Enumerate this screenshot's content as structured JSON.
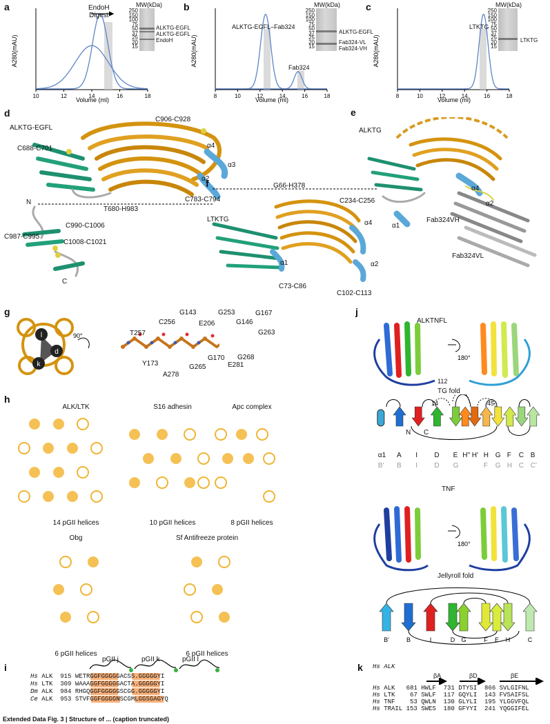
{
  "panels": {
    "a": {
      "label": "a",
      "annotation": "EndoH\nDigest",
      "mw_title": "MW(kDa)",
      "mw_ticks": [
        "250",
        "150",
        "100",
        "75",
        "50",
        "37",
        "25",
        "20",
        "15"
      ],
      "gel_labels": [
        "ALKTG-EGFL",
        "ALKTG-EGFL",
        "EndoH"
      ],
      "chart_data": {
        "type": "line",
        "xlabel": "Volume (ml)",
        "ylabel": "A280(mAU)",
        "x_ticks": [
          10,
          12,
          14,
          16,
          18
        ],
        "xlim": [
          10,
          18
        ],
        "series": [
          {
            "peak": 14.0,
            "height": 0.55,
            "width": 1.2
          },
          {
            "peak": 14.6,
            "height": 0.95,
            "width": 0.55
          }
        ]
      }
    },
    "b": {
      "label": "b",
      "peak_labels": [
        "ALKTG-EGFL–Fab324",
        "Fab324"
      ],
      "mw_title": "MW(kDa)",
      "mw_ticks": [
        "250",
        "150",
        "100",
        "75",
        "50",
        "37",
        "25",
        "20",
        "15"
      ],
      "gel_labels": [
        "ALKTG-EGFL",
        "Fab324-VL",
        "Fab324-VH"
      ],
      "chart_data": {
        "type": "line",
        "xlabel": "Volume (ml)",
        "ylabel": "A280(mAU)",
        "x_ticks": [
          8,
          10,
          12,
          14,
          16,
          18
        ],
        "xlim": [
          8,
          18
        ],
        "series": [
          {
            "peak": 12.5,
            "height": 0.95,
            "width": 0.45
          },
          {
            "peak": 15.4,
            "height": 0.22,
            "width": 0.35
          }
        ]
      }
    },
    "c": {
      "label": "c",
      "peak_labels": [
        "LTKTG"
      ],
      "mw_title": "MW(kDa)",
      "mw_ticks": [
        "250",
        "150",
        "100",
        "75",
        "50",
        "37",
        "25",
        "20",
        "15"
      ],
      "gel_labels": [
        "LTKTG"
      ],
      "chart_data": {
        "type": "line",
        "xlabel": "Volume (ml)",
        "ylabel": "A280(mAU)",
        "x_ticks": [
          8,
          10,
          12,
          14,
          16,
          18
        ],
        "xlim": [
          8,
          18
        ],
        "series": [
          {
            "peak": 15.7,
            "height": 0.95,
            "width": 0.4
          }
        ]
      }
    },
    "d": {
      "label": "d",
      "labels": [
        "ALKTG-EGFL",
        "C906-C928",
        "C688-C701",
        "α4",
        "α3",
        "α2",
        "C783-C794",
        "N",
        "T680-H983",
        "C987-C995",
        "C990-C1006",
        "C1008-C1021",
        "C"
      ]
    },
    "e": {
      "label": "e",
      "labels": [
        "ALKTG",
        "α4",
        "α2",
        "α1",
        "Fab324VH",
        "Fab324VL"
      ]
    },
    "f": {
      "label": "f",
      "labels": [
        "G66-H378",
        "LTKTG",
        "C234-C256",
        "α4",
        "α1",
        "α2",
        "C73-C86",
        "C102-C113"
      ]
    },
    "g": {
      "label": "g",
      "rotation": "90°",
      "helix_letters": [
        "l",
        "d",
        "k"
      ],
      "residues": [
        "T257",
        "C256",
        "G143",
        "E206",
        "G253",
        "G146",
        "G167",
        "G263",
        "Y173",
        "A278",
        "G265",
        "G170",
        "E281",
        "G268"
      ]
    },
    "h": {
      "label": "h",
      "patterns": [
        {
          "title": "ALK/LTK",
          "caption": "14 pGII helices"
        },
        {
          "title": "S16 adhesin",
          "caption": "10 pGII helices"
        },
        {
          "title": "Apc complex",
          "caption": "8 pGII helices"
        },
        {
          "title": "Obg",
          "caption": "6 pGII helices"
        },
        {
          "title": "Sf Antifreeze protein",
          "caption": "6 pGII helices"
        }
      ]
    },
    "i": {
      "label": "i",
      "helix_labels": [
        "pGII j",
        "pGII k",
        "pGII l"
      ],
      "rows": [
        {
          "sp": "Hs",
          "name": "ALK",
          "num": "915",
          "seq": "WETRGGFGGGGGACSS.GGGGGYI"
        },
        {
          "sp": "Hs",
          "name": "LTK",
          "num": "309",
          "seq": "WAAAGGFGGGGGACTA.GGGGGYI"
        },
        {
          "sp": "Dm",
          "name": "ALK",
          "num": "984",
          "seq": "RHGQGGFGGGGGSCGG.GGGGGYI"
        },
        {
          "sp": "Ce",
          "name": "ALK",
          "num": "953",
          "seq": "STVFGGFGGGGNSCGMLGGSGAGYQ"
        }
      ]
    },
    "j": {
      "label": "j",
      "title_top": "ALKTNFL",
      "rotation": "180°",
      "fold_top": "TG fold",
      "loop_numbers": [
        "112",
        "14",
        "45"
      ],
      "strand_labels_top": [
        "α1",
        "A",
        "I",
        "D",
        "E",
        "H''",
        "H'",
        "H",
        "G",
        "F",
        "C",
        "B"
      ],
      "strand_labels_bottom": [
        "B'",
        "B",
        "I",
        "D",
        "G",
        "",
        "",
        "F",
        "G",
        "H",
        "C",
        "C'"
      ],
      "strand_colors": [
        "#3aa9d6",
        "#1f6fd1",
        "#e02020",
        "#2fb52f",
        "#7ccd3a",
        "#ff8a1e",
        "#e06a10",
        "#f5b84a",
        "#f2e23a",
        "#d2ea4c",
        "#9bd67c",
        "#b8e6a0"
      ],
      "title_bottom": "TNF",
      "fold_bottom": "Jellyroll fold",
      "jelly_labels": [
        "B'",
        "B",
        "I",
        "D",
        "G",
        "F",
        "E",
        "H",
        "C"
      ],
      "jelly_colors": [
        "#34b4e4",
        "#1f6fd1",
        "#e02020",
        "#2fb52f",
        "#8ad12f",
        "#e0e83a",
        "#d7ec3c",
        "#b9e35a",
        "#bfe9b0"
      ],
      "nc_labels": [
        "N",
        "C"
      ]
    },
    "k": {
      "label": "k",
      "header": "Hs ALK",
      "strand_labels": [
        "βA",
        "βD",
        "βE"
      ],
      "rows": [
        {
          "sp": "Hs",
          "name": "ALK",
          "n1": "681",
          "s1": "HWLF",
          "n2": "731",
          "s2": "DTYSI",
          "n3": "866",
          "s3": "SVLGIFNL"
        },
        {
          "sp": "Hs",
          "name": "LTK",
          "n1": "67",
          "s1": "SWLF",
          "n2": "117",
          "s2": "GQYLI",
          "n3": "143",
          "s3": "FVSAIFSL"
        },
        {
          "sp": "Hs",
          "name": "TNF",
          "n1": "53",
          "s1": "QWLN",
          "n2": "130",
          "s2": "GLYLI",
          "n3": "195",
          "s3": "YLGGVFQL"
        },
        {
          "sp": "Hs",
          "name": "TRAIL",
          "n1": "153",
          "s1": "SWES",
          "n2": "180",
          "s2": "GFYYI",
          "n3": "241",
          "s3": "YQGGIFEL"
        }
      ]
    }
  },
  "footer": "Extended Data Fig. 3 | Structure of ... (caption truncated)"
}
